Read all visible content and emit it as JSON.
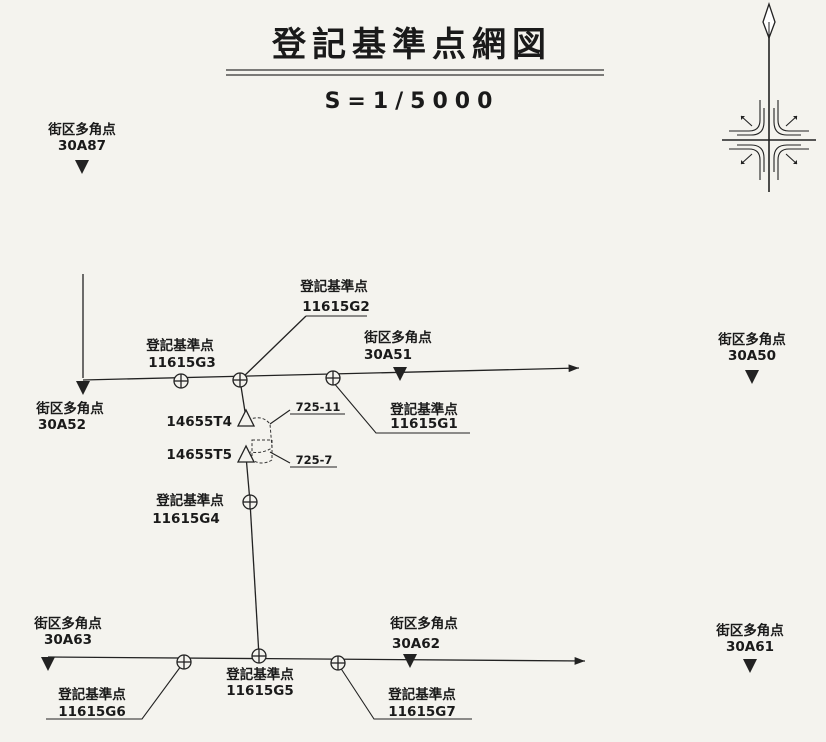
{
  "title": "登記基準点網図",
  "scale": "S=1/5000",
  "markers": {
    "a87": {
      "type": "街区多角点",
      "code": "30A87"
    },
    "a50": {
      "type": "街区多角点",
      "code": "30A50"
    },
    "a51": {
      "type": "街区多角点",
      "code": "30A51"
    },
    "a52": {
      "type": "街区多角点",
      "code": "30A52"
    },
    "a63": {
      "type": "街区多角点",
      "code": "30A63"
    },
    "a62": {
      "type": "街区多角点",
      "code": "30A62"
    },
    "a61": {
      "type": "街区多角点",
      "code": "30A61"
    },
    "g1": {
      "type": "登記基準点",
      "code": "11615G1"
    },
    "g2": {
      "type": "登記基準点",
      "code": "11615G2"
    },
    "g3": {
      "type": "登記基準点",
      "code": "11615G3"
    },
    "g4": {
      "type": "登記基準点",
      "code": "11615G4"
    },
    "g5": {
      "type": "登記基準点",
      "code": "11615G5"
    },
    "g6": {
      "type": "登記基準点",
      "code": "11615G6"
    },
    "g7": {
      "type": "登記基準点",
      "code": "11615G7"
    },
    "t4": {
      "code": "14655T4"
    },
    "t5": {
      "code": "14655T5"
    },
    "lot1": {
      "code": "725-11"
    },
    "lot2": {
      "code": "725-7"
    }
  }
}
